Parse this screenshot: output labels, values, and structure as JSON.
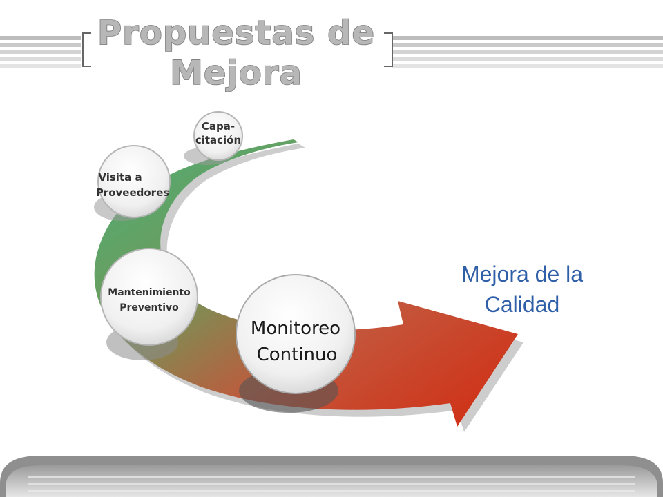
{
  "slide": {
    "title_lines": [
      "Propuestas de",
      "Mejora"
    ],
    "result_lines": [
      "Mejora de la",
      "Calidad"
    ],
    "steps": [
      {
        "id": "capacitacion",
        "lines": [
          "Capa-",
          "citación"
        ]
      },
      {
        "id": "visita-proveedores",
        "lines": [
          "Visita a",
          "Proveedores"
        ]
      },
      {
        "id": "mantenimiento-preventivo",
        "lines": [
          "Mantenimiento",
          "Preventivo"
        ]
      },
      {
        "id": "monitoreo-continuo",
        "lines": [
          "Monitoreo",
          "Continuo"
        ]
      }
    ],
    "colors": {
      "arrow_start": "#4caf78",
      "arrow_end": "#d22a10",
      "result_text": "#2f5fa7",
      "title_fill": "#b7b7b7"
    }
  }
}
